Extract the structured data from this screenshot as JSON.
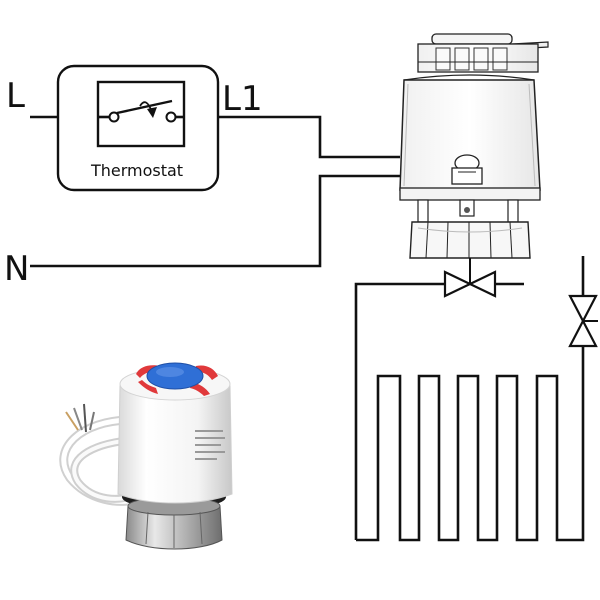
{
  "terminals": {
    "live_in": "L",
    "live_out": "L1",
    "neutral": "N"
  },
  "thermostat": {
    "label": "Thermostat"
  },
  "components": {
    "actuator_drawing": "thermoelectric-actuator",
    "actuator_photo": "thermoelectric-actuator-photo",
    "supply_valve": "valve",
    "return_valve": "valve",
    "heating_loop": "underfloor-heating-loop"
  },
  "colors": {
    "line": "#111111",
    "background": "#ffffff",
    "cap_blue": "#2f6fd6",
    "cap_red": "#e0393b"
  }
}
